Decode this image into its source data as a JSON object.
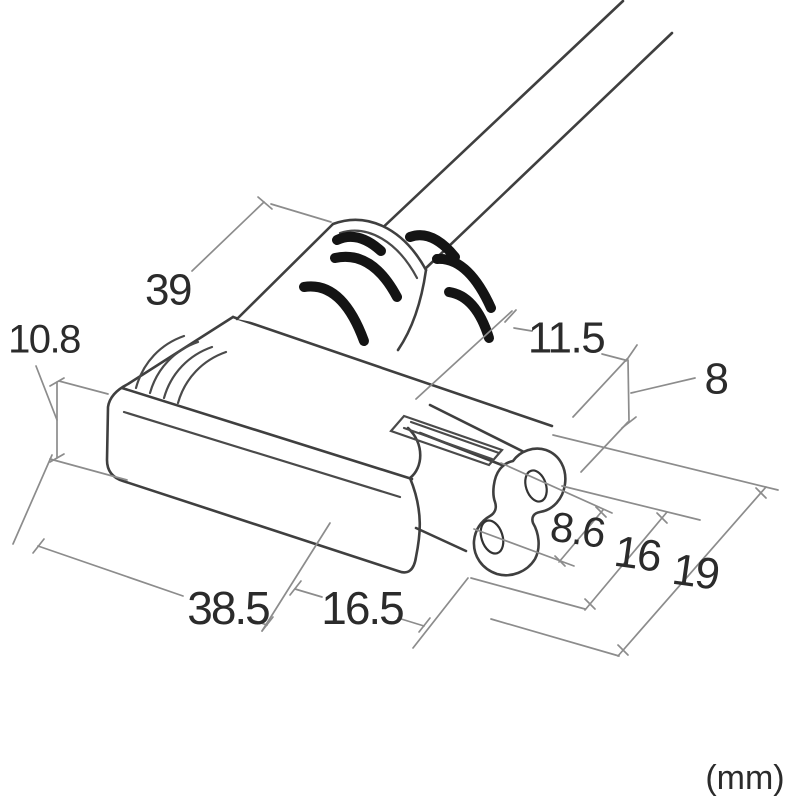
{
  "drawing": {
    "type": "dimensioned technical line drawing",
    "subject": "right-angle 2-pin figure-8 (IEC C7 style) power plug with cable",
    "unit_label": "(mm)",
    "dimensions": {
      "sleeve_length": "39",
      "body_height": "10.8",
      "nose_length": "11.5",
      "nose_height": "8",
      "pin_pitch": "8.6",
      "face_width": "16",
      "overall_width": "19",
      "body_length": "38.5",
      "nose_section_length": "16.5"
    },
    "colors": {
      "background": "#ffffff",
      "part_outline": "#3f3f3f",
      "dimension_lines": "#8c8c8c",
      "strain_relief_ribs": "#141414",
      "label_text": "#2b2b2b"
    }
  }
}
